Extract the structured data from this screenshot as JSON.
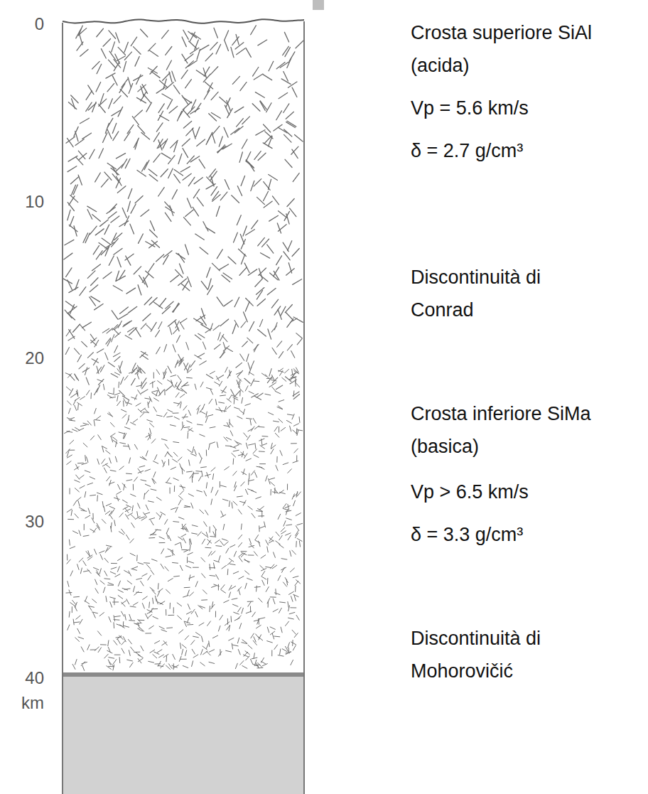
{
  "diagram": {
    "labels": [
      "0",
      "10",
      "20",
      "30",
      "40",
      "km",
      "Crosta superiore SiAl (acida)",
      "Vp = 5.6 km/s",
      "δ = 2.7 g/cm³",
      "Discontinuità di Conrad",
      "Crosta inferiore SiMa (basica)",
      "Vp > 6.5 km/s",
      "δ = 3.3 g/cm³",
      "Discontinuità di Mohorovičić"
    ]
  }
}
